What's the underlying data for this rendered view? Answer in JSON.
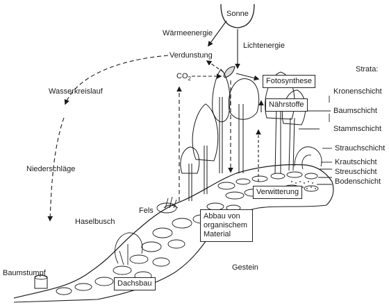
{
  "labels": {
    "sonne": "Sonne",
    "waermeenergie": "Wärmeenergie",
    "lichtenergie": "Lichtenergie",
    "verdunstung": "Verdunstung",
    "co2": "CO",
    "co2_sub": "2",
    "wasserkreislauf": "Wasserkreislauf",
    "niederschlaege": "Niederschläge",
    "haselbusch": "Haselbusch",
    "fels": "Fels",
    "baumstumpf": "Baumstumpf",
    "gestein": "Gestein"
  },
  "boxes": {
    "fotosynthese": "Fotosynthese",
    "naehrstoffe": "Nährstoffe",
    "verwitterung": "Verwitterung",
    "abbau_line1": "Abbau von",
    "abbau_line2": "organischem",
    "abbau_line3": "Material",
    "dachsbau": "Dachsbau"
  },
  "strata": {
    "title": "Strata:",
    "items": [
      "Kronenschicht",
      "Baumschicht",
      "Stammschicht",
      "Strauchschicht",
      "Krautschicht",
      "Streuschicht",
      "Bodenschicht"
    ]
  }
}
